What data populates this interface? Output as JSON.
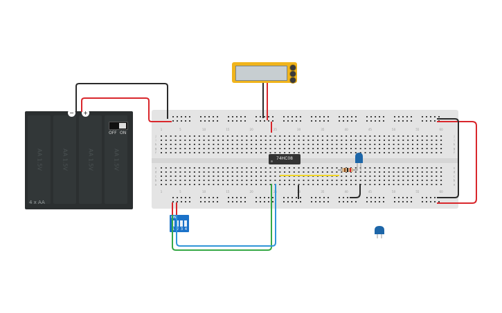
{
  "battery": {
    "caption": "4 x AA",
    "cell_label": "AA 1.5V",
    "switch_off": "OFF",
    "switch_on": "ON",
    "minus": "−",
    "plus": "+"
  },
  "ic": {
    "label": "74HC08"
  },
  "dip_switch": {
    "label": "ON",
    "numbers": [
      "1",
      "2",
      "3",
      "4"
    ]
  },
  "breadboard": {
    "column_labels": [
      "1",
      "5",
      "10",
      "15",
      "20",
      "25",
      "30",
      "35",
      "40",
      "45",
      "50",
      "55",
      "60"
    ],
    "row_labels": [
      "j",
      "i",
      "h",
      "g",
      "f",
      "e",
      "d",
      "c",
      "b",
      "a"
    ]
  },
  "colors": {
    "breadboard": "#e4e4e4",
    "hole": "#3d3d3d",
    "wire_red": "#d9262b",
    "wire_black": "#2a2a2a",
    "wire_blue": "#2f95d8",
    "wire_green": "#35a845",
    "wire_yellow": "#f1d629",
    "led_blue": "#1d66a8"
  }
}
